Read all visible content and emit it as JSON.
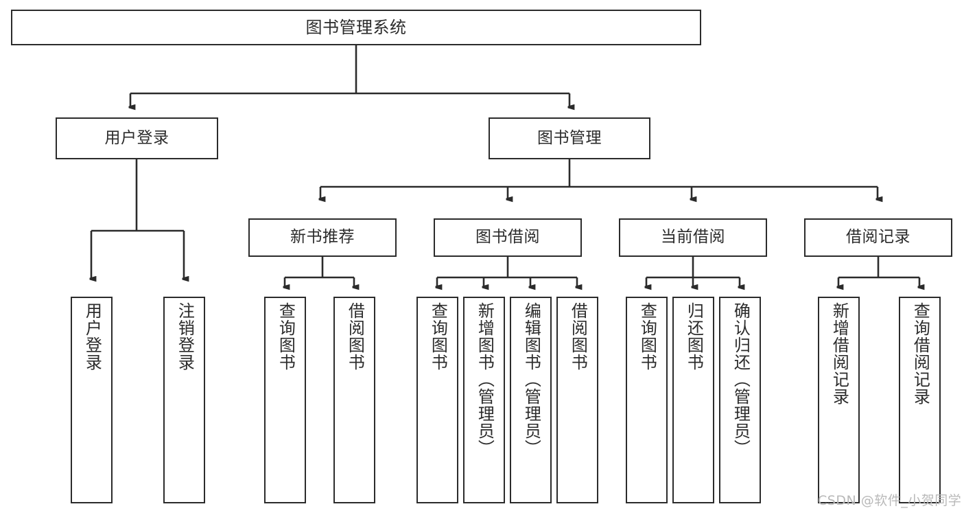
{
  "diagram": {
    "type": "tree-hierarchy-chart",
    "title": "图书管理系统",
    "watermark": "CSDN @软件_小贺同学",
    "colors": {
      "stroke": "#2b2b2b",
      "fill": "#ffffff",
      "background": "#ffffff",
      "watermark": "#b9b9b9"
    },
    "nodes": {
      "root": {
        "label": "图书管理系统"
      },
      "level2": [
        {
          "id": "user-login",
          "label": "用户登录"
        },
        {
          "id": "book-management",
          "label": "图书管理"
        }
      ],
      "level3": [
        {
          "id": "new-book-recommend",
          "label": "新书推荐"
        },
        {
          "id": "book-borrow",
          "label": "图书借阅"
        },
        {
          "id": "current-borrow",
          "label": "当前借阅"
        },
        {
          "id": "borrow-record",
          "label": "借阅记录"
        }
      ],
      "leaves": {
        "user_login": [
          {
            "id": "leaf-user-login",
            "label": "用户登录"
          },
          {
            "id": "leaf-user-logout",
            "label": "注销登录"
          }
        ],
        "new_book_recommend": [
          {
            "id": "leaf-query-book-1",
            "label": "查询图书"
          },
          {
            "id": "leaf-borrow-book-1",
            "label": "借阅图书"
          }
        ],
        "book_borrow": [
          {
            "id": "leaf-query-book-2",
            "label": "查询图书"
          },
          {
            "id": "leaf-add-book",
            "label": "新增图书（管理员）"
          },
          {
            "id": "leaf-edit-book",
            "label": "编辑图书（管理员）"
          },
          {
            "id": "leaf-borrow-book-2",
            "label": "借阅图书"
          }
        ],
        "current_borrow": [
          {
            "id": "leaf-query-book-3",
            "label": "查询图书"
          },
          {
            "id": "leaf-return-book",
            "label": "归还图书"
          },
          {
            "id": "leaf-confirm-return",
            "label": "确认归还（管理员）"
          }
        ],
        "borrow_record": [
          {
            "id": "leaf-add-record",
            "label": "新增借阅记录"
          },
          {
            "id": "leaf-query-record",
            "label": "查询借阅记录"
          }
        ]
      }
    }
  }
}
